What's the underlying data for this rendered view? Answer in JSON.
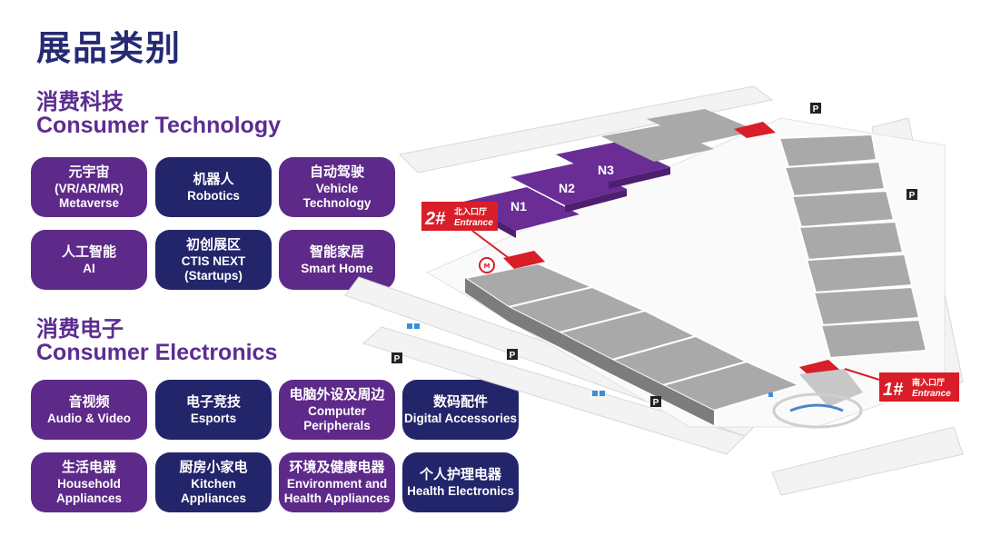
{
  "title": "展品类别",
  "sections": [
    {
      "cn": "消费科技",
      "en": "Consumer Technology",
      "items": [
        {
          "cn": "元宇宙",
          "en": "(VR/AR/MR)\nMetaverse",
          "color": "purple"
        },
        {
          "cn": "机器人",
          "en": "Robotics",
          "color": "navy"
        },
        {
          "cn": "自动驾驶",
          "en": "Vehicle\nTechnology",
          "color": "purple"
        },
        {
          "cn": "人工智能",
          "en": "AI",
          "color": "purple"
        },
        {
          "cn": "初创展区",
          "en": "CTIS NEXT\n(Startups)",
          "color": "navy"
        },
        {
          "cn": "智能家居",
          "en": "Smart Home",
          "color": "purple"
        }
      ]
    },
    {
      "cn": "消费电子",
      "en": "Consumer Electronics",
      "items": [
        {
          "cn": "音视频",
          "en": "Audio & Video",
          "color": "purple"
        },
        {
          "cn": "电子竞技",
          "en": "Esports",
          "color": "navy"
        },
        {
          "cn": "电脑外设及周边",
          "en": "Computer\nPeripherals",
          "color": "purple"
        },
        {
          "cn": "数码配件",
          "en": "Digital Accessories",
          "color": "navy"
        },
        {
          "cn": "生活电器",
          "en": "Household\nAppliances",
          "color": "purple"
        },
        {
          "cn": "厨房小家电",
          "en": "Kitchen\nAppliances",
          "color": "navy"
        },
        {
          "cn": "环境及健康电器",
          "en": "Environment and\nHealth Appliances",
          "color": "purple"
        },
        {
          "cn": "个人护理电器",
          "en": "Health Electronics",
          "color": "navy"
        }
      ]
    }
  ],
  "map": {
    "halls": [
      "N1",
      "N2",
      "N3"
    ],
    "entrances": [
      {
        "num": "2#",
        "cn": "北入口厅",
        "en": "Entrance"
      },
      {
        "num": "1#",
        "cn": "南入口厅",
        "en": "Entrance"
      }
    ],
    "parking_icon": "P",
    "colors": {
      "hall_purple": "#6a2c95",
      "hall_gray": "#9a9a9a",
      "entrance_red": "#d81e28"
    }
  }
}
